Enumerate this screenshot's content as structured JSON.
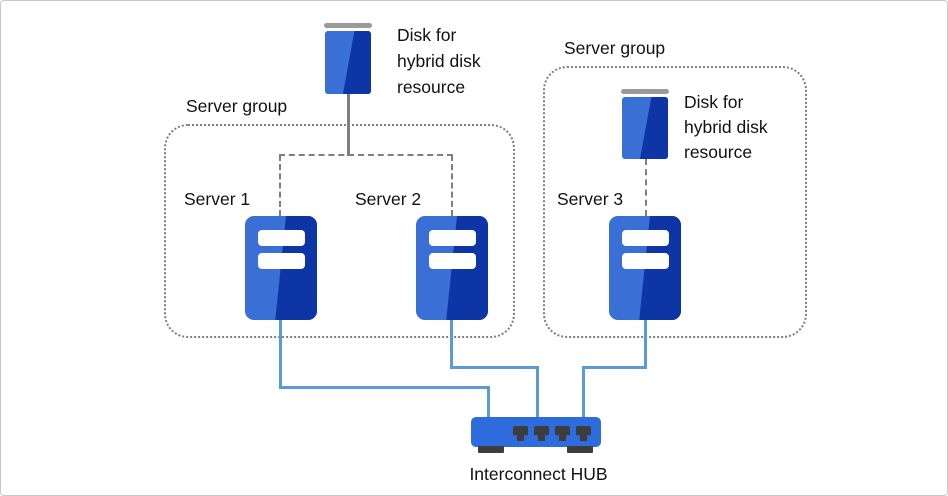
{
  "colors": {
    "server_light_blue": "#3a6fd6",
    "server_dark_blue": "#0d35a5",
    "hub_blue": "#2e6bdd",
    "line_blue": "#5b9bd5",
    "connector_gray": "#7f7f7f",
    "disk_cap_gray": "#9a9a9a",
    "port_dark": "#3d3d3d"
  },
  "top_disk": {
    "label": "Disk for\nhybrid disk\nresource"
  },
  "left_group": {
    "label": "Server group",
    "servers": [
      {
        "label": "Server 1"
      },
      {
        "label": "Server 2"
      }
    ]
  },
  "right_group": {
    "label": "Server group",
    "disk_label": "Disk for\nhybrid disk\nresource",
    "servers": [
      {
        "label": "Server 3"
      }
    ]
  },
  "hub": {
    "label": "Interconnect HUB"
  }
}
